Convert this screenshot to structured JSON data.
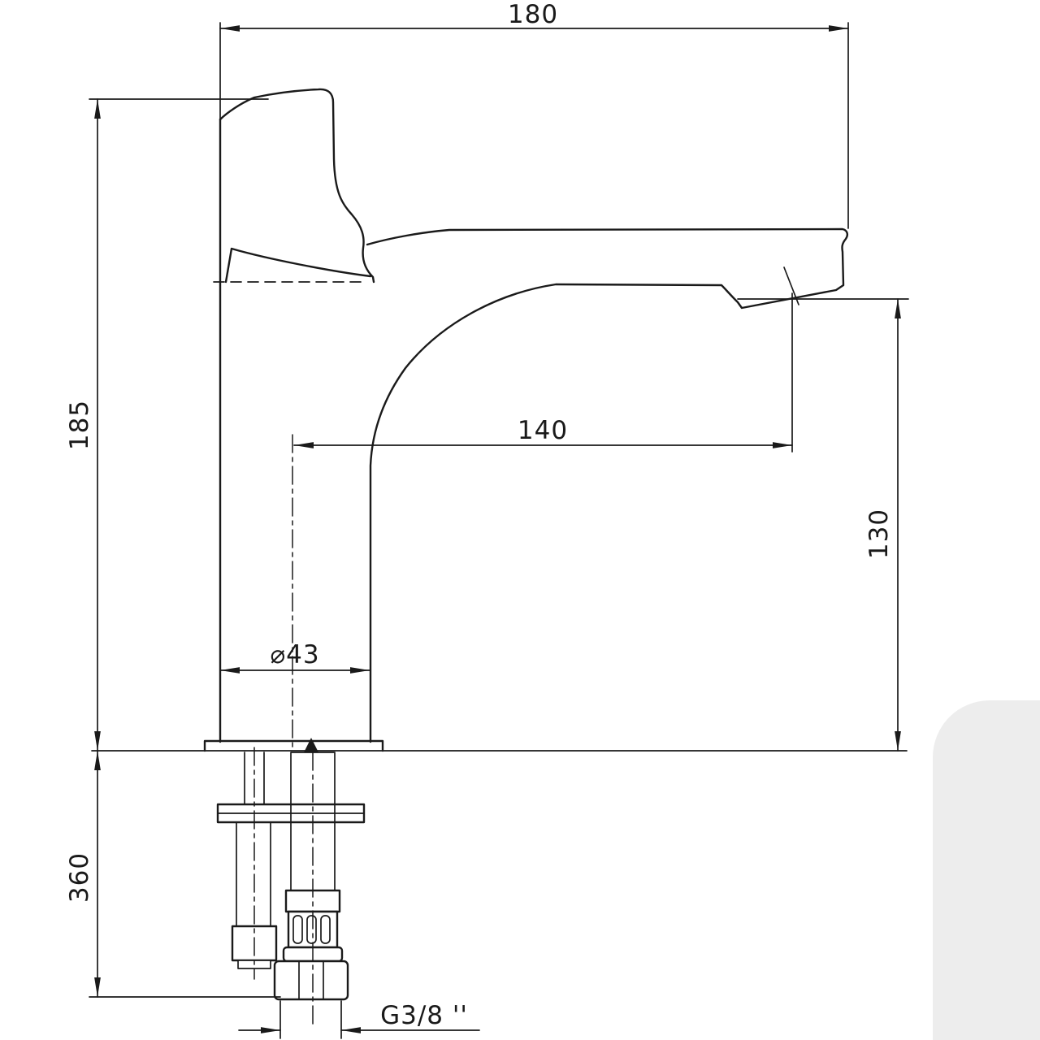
{
  "colors": {
    "line": "#1a1a1a",
    "background": "#ffffff",
    "page_shadow": "#ededed"
  },
  "dimensions": {
    "overall_width": "180",
    "body_height": "185",
    "spout_reach": "140",
    "spout_height": "130",
    "base_diameter": "⌀43",
    "under_counter_length": "360",
    "connection_thread": "G3/8 ''"
  }
}
